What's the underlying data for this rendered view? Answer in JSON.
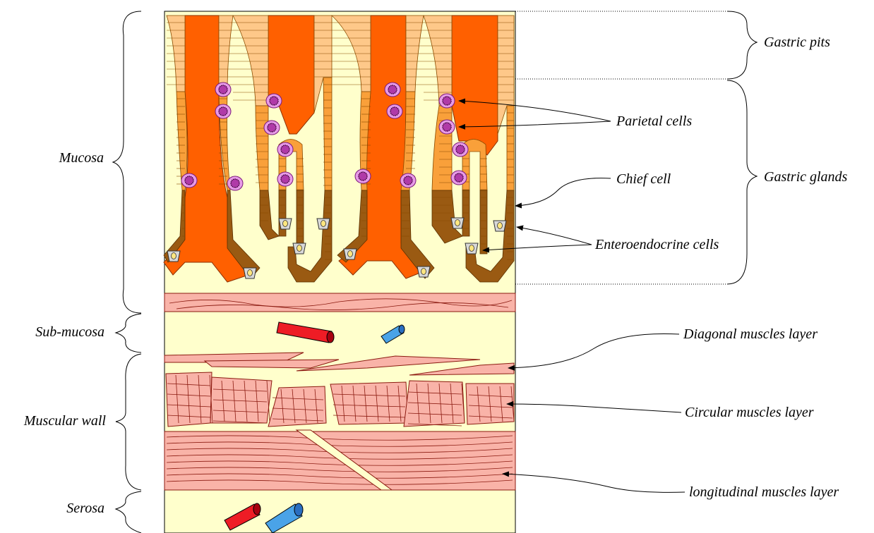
{
  "labels": {
    "left": {
      "mucosa": "Mucosa",
      "sub_mucosa": "Sub-mucosa",
      "muscular_wall": "Muscular wall",
      "serosa": "Serosa"
    },
    "right": {
      "gastric_pits": "Gastric pits",
      "gastric_glands": "Gastric glands",
      "parietal_cells": "Parietal cells",
      "chief_cell": "Chief cell",
      "enteroendocrine_cells": "Enteroendocrine cells",
      "diagonal_muscles_layer": "Diagonal muscles layer",
      "circular_muscles_layer": "Circular muscles layer",
      "longitudinal_muscles_layer": "longitudinal muscles layer"
    }
  },
  "colors": {
    "background_tissue": "#ffffcc",
    "pit_cells": "#fec889",
    "neck_cells": "#f9a03a",
    "chief_cells": "#9a5a12",
    "gland_lumen": "#ff6000",
    "parietal_cell": "#e89ae8",
    "muscle": "#f9b3a8",
    "artery": "#ee1c25",
    "vein": "#4aa3e8",
    "enteroendocrine_cell": "#d8d8d8"
  },
  "icons": {
    "artery": "blood-vessel-red",
    "vein": "blood-vessel-blue"
  }
}
